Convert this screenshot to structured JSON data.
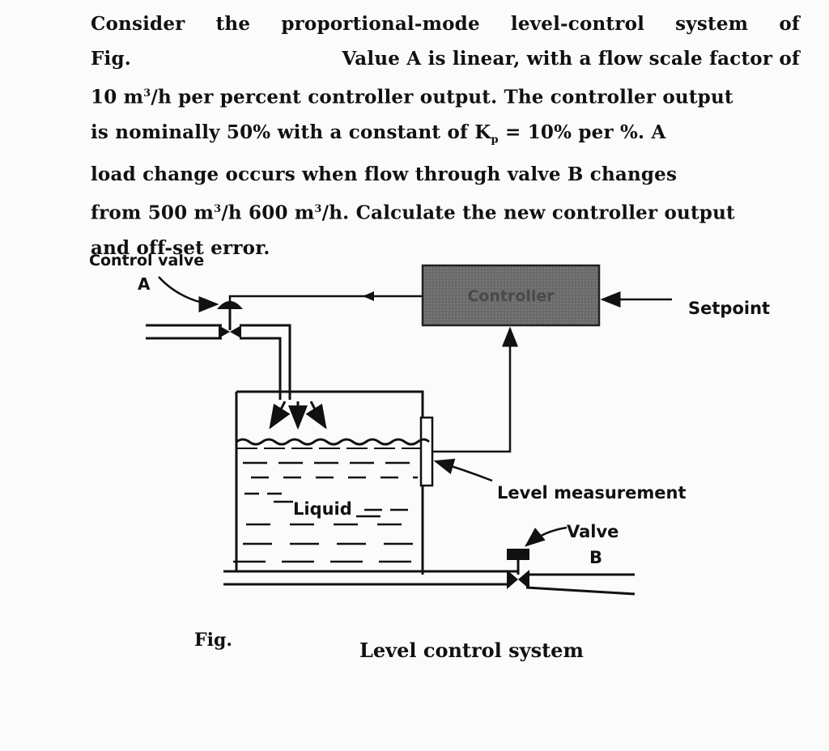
{
  "problem": {
    "line1": [
      "Consider",
      "the",
      "proportional-mode",
      "level-control",
      "system",
      "of"
    ],
    "line2_fig": "Fig.",
    "line2_rest": "Value A is linear, with a flow scale factor of",
    "line3_pre": "10 m",
    "line3_sup": "3",
    "line3_post": "/h per percent controller output. The controller output",
    "line4_pre": "is nominally 50% with a constant of K",
    "line4_sub": "p",
    "line4_post": "= 10% per %. A",
    "line5": "load change occurs when flow through valve B changes",
    "line6_a": "from 500 m",
    "line6_sup1": "3",
    "line6_b": "/h 600 m",
    "line6_sup2": "3",
    "line6_c": "/h. Calculate the new controller output",
    "line7": "and off-set error."
  },
  "diagram": {
    "control_valve_label": "Control valve",
    "valve_a_label": "A",
    "controller_label": "Controller",
    "setpoint_label": "Setpoint",
    "level_measurement_label": "Level measurement",
    "liquid_label": "Liquid",
    "valve_b_label_1": "Valve",
    "valve_b_label_2": "B",
    "fig_label": "Fig.",
    "caption": "Level control system",
    "colors": {
      "controller_fill": "#6a6a6a",
      "ink": "#111111"
    }
  }
}
